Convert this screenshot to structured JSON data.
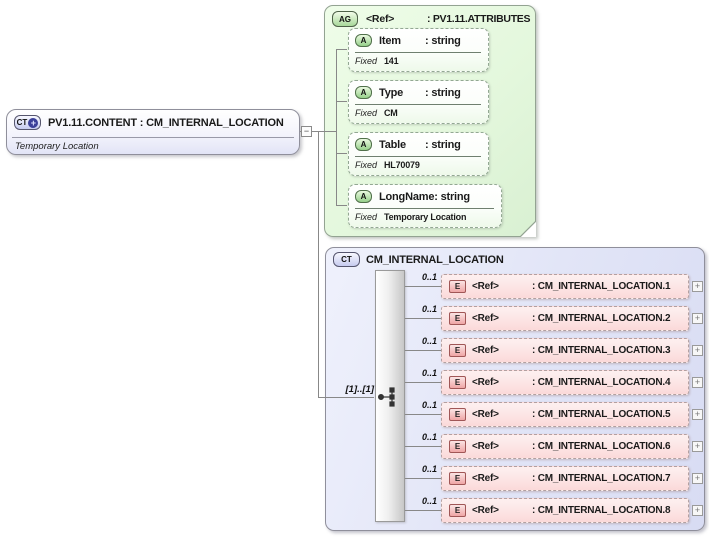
{
  "icons": {
    "plus": "+",
    "minus": "−"
  },
  "colors": {
    "attribute_group_green": "#e6f8df",
    "complex_type_lavender": "#e2e5f7",
    "element_pink": "#fce4e4",
    "connector_gray": "#888888"
  },
  "content_box": {
    "badge": "CT",
    "title": "PV1.11.CONTENT : CM_INTERNAL_LOCATION",
    "subtitle": "Temporary Location"
  },
  "attributes_box": {
    "badge": "AG",
    "ref_label": "<Ref>",
    "title": ": PV1.11.ATTRIBUTES",
    "attributes": [
      {
        "badge": "A",
        "name": "Item",
        "type": ": string",
        "fixed_label": "Fixed",
        "fixed_value": "141"
      },
      {
        "badge": "A",
        "name": "Type",
        "type": ": string",
        "fixed_label": "Fixed",
        "fixed_value": "CM"
      },
      {
        "badge": "A",
        "name": "Table",
        "type": ": string",
        "fixed_label": "Fixed",
        "fixed_value": "HL70079"
      },
      {
        "badge": "A",
        "name": "LongName",
        "type": ": string",
        "fixed_label": "Fixed",
        "fixed_value": "Temporary Location"
      }
    ]
  },
  "type_box": {
    "badge": "CT",
    "title": "CM_INTERNAL_LOCATION",
    "model_cardinality": "[1]..[1]",
    "expand_label": "+",
    "elements": [
      {
        "badge": "E",
        "cardinality": "0..1",
        "ref_label": "<Ref>",
        "type": ": CM_INTERNAL_LOCATION.1"
      },
      {
        "badge": "E",
        "cardinality": "0..1",
        "ref_label": "<Ref>",
        "type": ": CM_INTERNAL_LOCATION.2"
      },
      {
        "badge": "E",
        "cardinality": "0..1",
        "ref_label": "<Ref>",
        "type": ": CM_INTERNAL_LOCATION.3"
      },
      {
        "badge": "E",
        "cardinality": "0..1",
        "ref_label": "<Ref>",
        "type": ": CM_INTERNAL_LOCATION.4"
      },
      {
        "badge": "E",
        "cardinality": "0..1",
        "ref_label": "<Ref>",
        "type": ": CM_INTERNAL_LOCATION.5"
      },
      {
        "badge": "E",
        "cardinality": "0..1",
        "ref_label": "<Ref>",
        "type": ": CM_INTERNAL_LOCATION.6"
      },
      {
        "badge": "E",
        "cardinality": "0..1",
        "ref_label": "<Ref>",
        "type": ": CM_INTERNAL_LOCATION.7"
      },
      {
        "badge": "E",
        "cardinality": "0..1",
        "ref_label": "<Ref>",
        "type": ": CM_INTERNAL_LOCATION.8"
      }
    ]
  }
}
